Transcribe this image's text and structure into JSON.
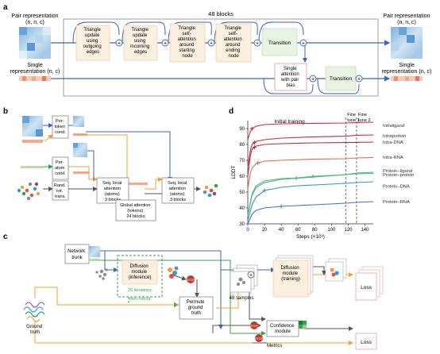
{
  "panels": {
    "a": "a",
    "b": "b",
    "c": "c",
    "d": "d"
  },
  "panel_a": {
    "pair_rep_left": [
      "Pair representation",
      "(n, n, c)"
    ],
    "single_rep_left": [
      "Single",
      "representation (n, c)"
    ],
    "pair_rep_right": [
      "Pair representation",
      "(n, n, c)"
    ],
    "single_rep_right": [
      "Single",
      "representation (n, c)"
    ],
    "blocks_label": "48 blocks",
    "modules": [
      [
        "Triangle",
        "update",
        "using",
        "outgoing",
        "edges"
      ],
      [
        "Triangle",
        "update",
        "using",
        "incoming",
        "edges"
      ],
      [
        "Triangle",
        "self-",
        "attention",
        "around",
        "starting",
        "node"
      ],
      [
        "Triangle",
        "self-",
        "attention",
        "around",
        "ending",
        "node"
      ]
    ],
    "transition_pair": "Transition",
    "single_attention": [
      "Single",
      "attention",
      "with pair",
      "bias"
    ],
    "transition_single": "Transition",
    "plus": "+"
  },
  "panel_b": {
    "per_token": [
      "Per-",
      "token",
      "cond."
    ],
    "per_atom": [
      "Per-",
      "atom",
      "cond."
    ],
    "rand_rot": [
      "Rand.",
      "rot.",
      "trans."
    ],
    "seq_local_1": [
      "Seq. local",
      "attention",
      "(atoms)",
      "3 blocks"
    ],
    "global_attention": [
      "Global attention",
      "(tokens)",
      "24 blocks"
    ],
    "seq_local_2": [
      "Seq. local",
      "attention",
      "(atoms)",
      "3 blocks"
    ]
  },
  "panel_c": {
    "network_trunk": [
      "Network",
      "trunk"
    ],
    "diffusion_inference": [
      "Diffusion",
      "module",
      "(inference)"
    ],
    "iterations": "20 iterations",
    "mini_rollout": "mini rollout",
    "permute": [
      "Permute",
      "ground",
      "truth"
    ],
    "ground_truth": [
      "Ground",
      "truth"
    ],
    "samples": "48 samples",
    "diffusion_training": [
      "Diffusion",
      "module",
      "(training)"
    ],
    "loss_1": "Loss",
    "confidence": [
      "Confidence",
      "module"
    ],
    "metrics": "Metrics",
    "loss_2": "Loss",
    "stop": "STOP"
  },
  "colors": {
    "blue_arrow": "#3d63b8",
    "orange_arrow": "#f0a030",
    "green_arrow": "#3aa04a",
    "pink_border": "#e8a0a0",
    "module_fill": "#fbf0e0",
    "green_fill": "#e9f3e4"
  },
  "chart_data": {
    "type": "line",
    "xlabel": "Steps (×10³)",
    "ylabel": "LDDT",
    "x_ticks": [
      0,
      20,
      40,
      60,
      80,
      100,
      120,
      140
    ],
    "y_ticks": [
      30,
      40,
      50,
      60,
      70,
      80,
      90
    ],
    "xlim": [
      0,
      150
    ],
    "ylim": [
      30,
      95
    ],
    "vlines": [
      {
        "x": 117,
        "label": [
          "Fine",
          "tune 1"
        ]
      },
      {
        "x": 130,
        "label": [
          "Fine",
          "tune 2"
        ]
      }
    ],
    "region_label": "Initial training",
    "series": [
      {
        "name": "Intraligand",
        "color": "#d7263d",
        "x": [
          0,
          3,
          5,
          10,
          20,
          40,
          80,
          117,
          130,
          150
        ],
        "y": [
          83,
          88,
          90,
          91.5,
          92.5,
          93,
          93.3,
          93.5,
          93.8,
          94
        ],
        "marker_x": 5
      },
      {
        "name": "Intraprotein",
        "color": "#c62c3a",
        "x": [
          0,
          3,
          5,
          10,
          20,
          40,
          80,
          117,
          130,
          150
        ],
        "y": [
          66,
          76,
          80,
          82,
          83,
          84,
          84.8,
          85.2,
          85.8,
          86
        ],
        "marker_x": 8
      },
      {
        "name": "Intra-DNA",
        "color": "#b5303a",
        "x": [
          0,
          3,
          5,
          10,
          20,
          40,
          80,
          117,
          130,
          150
        ],
        "y": [
          60,
          73,
          77,
          79,
          80,
          80.5,
          81,
          81.2,
          81.3,
          81.5
        ],
        "marker_x": 8
      },
      {
        "name": "Intra-RNA",
        "color": "#e5684a",
        "x": [
          0,
          3,
          5,
          10,
          20,
          40,
          80,
          117,
          130,
          150
        ],
        "y": [
          52,
          62,
          65,
          68,
          69.5,
          70,
          70.8,
          71,
          71.5,
          71.8
        ],
        "marker_x": 12
      },
      {
        "name": "Protein–ligand",
        "color": "#40b39a",
        "x": [
          0,
          5,
          10,
          20,
          40,
          60,
          80,
          117,
          130,
          150
        ],
        "y": [
          35,
          48,
          53,
          56,
          58,
          58.8,
          59.5,
          61,
          62,
          62.5
        ],
        "marker_x": 58
      },
      {
        "name": "Protein–protein",
        "color": "#59b86a",
        "x": [
          0,
          5,
          10,
          20,
          40,
          60,
          80,
          117,
          130,
          150
        ],
        "y": [
          35,
          49,
          54,
          57,
          58.5,
          59,
          60,
          61,
          61.5,
          61.8
        ],
        "marker_x": 78
      },
      {
        "name": "Protein–DNA",
        "color": "#3b8fc0",
        "x": [
          0,
          5,
          10,
          20,
          40,
          60,
          80,
          117,
          130,
          150
        ],
        "y": [
          32,
          42,
          47,
          51,
          53,
          54,
          54.5,
          55.5,
          56,
          56.5
        ],
        "marker_x": 20
      },
      {
        "name": "Protein–RNA",
        "color": "#4b6fb5",
        "x": [
          0,
          5,
          10,
          20,
          40,
          60,
          80,
          117,
          130,
          150
        ],
        "y": [
          30,
          36,
          38.5,
          40,
          41,
          41.5,
          42,
          43,
          43.5,
          44
        ],
        "marker_x": 40
      }
    ]
  }
}
